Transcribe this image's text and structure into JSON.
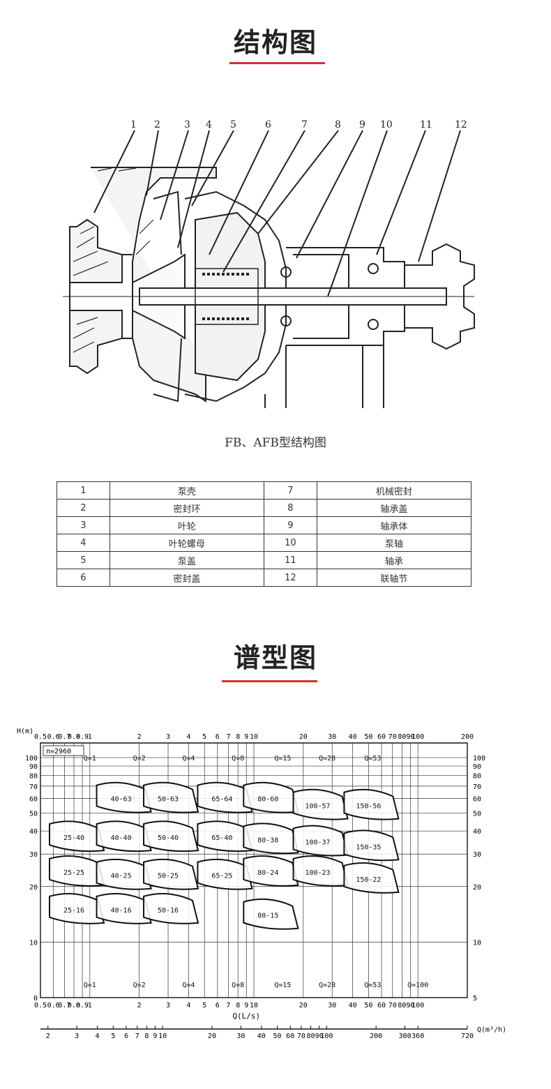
{
  "section1": {
    "title": "结构图"
  },
  "drawing": {
    "caption": "FB、AFB型结构图",
    "callouts": [
      "1",
      "2",
      "3",
      "4",
      "5",
      "6",
      "7",
      "8",
      "9",
      "10",
      "11",
      "12"
    ]
  },
  "parts": [
    {
      "no_a": "1",
      "name_a": "泵壳",
      "no_b": "7",
      "name_b": "机械密封"
    },
    {
      "no_a": "2",
      "name_a": "密封环",
      "no_b": "8",
      "name_b": "轴承盖"
    },
    {
      "no_a": "3",
      "name_a": "叶轮",
      "no_b": "9",
      "name_b": "轴承体"
    },
    {
      "no_a": "4",
      "name_a": "叶轮螺母",
      "no_b": "10",
      "name_b": "泵轴"
    },
    {
      "no_a": "5",
      "name_a": "泵盖",
      "no_b": "11",
      "name_b": "轴承"
    },
    {
      "no_a": "6",
      "name_a": "密封盖",
      "no_b": "12",
      "name_b": "联轴节"
    }
  ],
  "section2": {
    "title": "谱型图"
  },
  "chart_data": {
    "type": "scatter",
    "xscale": "log",
    "yscale": "log",
    "ylabel": "H(m)",
    "xlabel": "Q(L/s)",
    "x2label": "Q(m³/h)",
    "speed_label": "n=2960",
    "xlim": [
      0.5,
      200
    ],
    "ylim": [
      5,
      120
    ],
    "top_ticks": [
      "0.5",
      "0.6",
      "0.7",
      "0.8",
      "0.9",
      "1",
      "2",
      "3",
      "4",
      "5",
      "6",
      "7",
      "8",
      "9",
      "10",
      "20",
      "30",
      "40",
      "50",
      "60",
      "70",
      "80",
      "90",
      "100",
      "200"
    ],
    "bottom_ticks": [
      "0.5",
      "0.6",
      "0.7",
      "0.8",
      "0.9",
      "1",
      "2",
      "3",
      "4",
      "5",
      "6",
      "7",
      "8",
      "9",
      "10",
      "20",
      "30",
      "40",
      "50",
      "60",
      "70",
      "80",
      "90",
      "100"
    ],
    "m3h_ticks": [
      "2",
      "3",
      "4",
      "5",
      "6",
      "7",
      "8",
      "9",
      "10",
      "20",
      "30",
      "40",
      "50",
      "60",
      "70",
      "80",
      "90",
      "100",
      "200",
      "300",
      "360",
      "720"
    ],
    "left_ticks": [
      "0",
      "10",
      "20",
      "30",
      "40",
      "50",
      "60",
      "70",
      "80",
      "90",
      "100"
    ],
    "right_ticks": [
      "5",
      "10",
      "20",
      "30",
      "40",
      "50",
      "60",
      "70",
      "80",
      "90",
      "100"
    ],
    "flow_labels_top": [
      {
        "text": "Q=1",
        "q": 1
      },
      {
        "text": "Q=2",
        "q": 2
      },
      {
        "text": "Q=4",
        "q": 4
      },
      {
        "text": "Q=8",
        "q": 8
      },
      {
        "text": "Q=15",
        "q": 15
      },
      {
        "text": "Q=28",
        "q": 28
      },
      {
        "text": "Q=53",
        "q": 53
      }
    ],
    "flow_labels_bottom": [
      {
        "text": "Q=1",
        "q": 1
      },
      {
        "text": "Q=2",
        "q": 2
      },
      {
        "text": "Q=4",
        "q": 4
      },
      {
        "text": "Q=8",
        "q": 8
      },
      {
        "text": "Q=15",
        "q": 15
      },
      {
        "text": "Q=28",
        "q": 28
      },
      {
        "text": "Q=53",
        "q": 53
      },
      {
        "text": "Q=100",
        "q": 100
      }
    ],
    "models": [
      {
        "label": "40-63",
        "q": 1.55,
        "h": 60
      },
      {
        "label": "50-63",
        "q": 3.0,
        "h": 60
      },
      {
        "label": "65-64",
        "q": 6.4,
        "h": 60
      },
      {
        "label": "80-60",
        "q": 12.2,
        "h": 60
      },
      {
        "label": "100-57",
        "q": 24.5,
        "h": 55
      },
      {
        "label": "150-56",
        "q": 50,
        "h": 55
      },
      {
        "label": "25-40",
        "q": 0.8,
        "h": 37
      },
      {
        "label": "40-40",
        "q": 1.55,
        "h": 37
      },
      {
        "label": "50-40",
        "q": 3.0,
        "h": 37
      },
      {
        "label": "65-40",
        "q": 6.4,
        "h": 37
      },
      {
        "label": "80-38",
        "q": 12.2,
        "h": 36
      },
      {
        "label": "100-37",
        "q": 24.5,
        "h": 35
      },
      {
        "label": "150-35",
        "q": 50,
        "h": 33
      },
      {
        "label": "25-25",
        "q": 0.8,
        "h": 24
      },
      {
        "label": "40-25",
        "q": 1.55,
        "h": 23
      },
      {
        "label": "50-25",
        "q": 3.0,
        "h": 23
      },
      {
        "label": "65-25",
        "q": 6.4,
        "h": 23
      },
      {
        "label": "80-24",
        "q": 12.2,
        "h": 24
      },
      {
        "label": "100-23",
        "q": 24.5,
        "h": 24
      },
      {
        "label": "150-22",
        "q": 50,
        "h": 22
      },
      {
        "label": "25-16",
        "q": 0.8,
        "h": 15
      },
      {
        "label": "40-16",
        "q": 1.55,
        "h": 15
      },
      {
        "label": "50-16",
        "q": 3.0,
        "h": 15
      },
      {
        "label": "80-15",
        "q": 12.2,
        "h": 14
      }
    ]
  }
}
